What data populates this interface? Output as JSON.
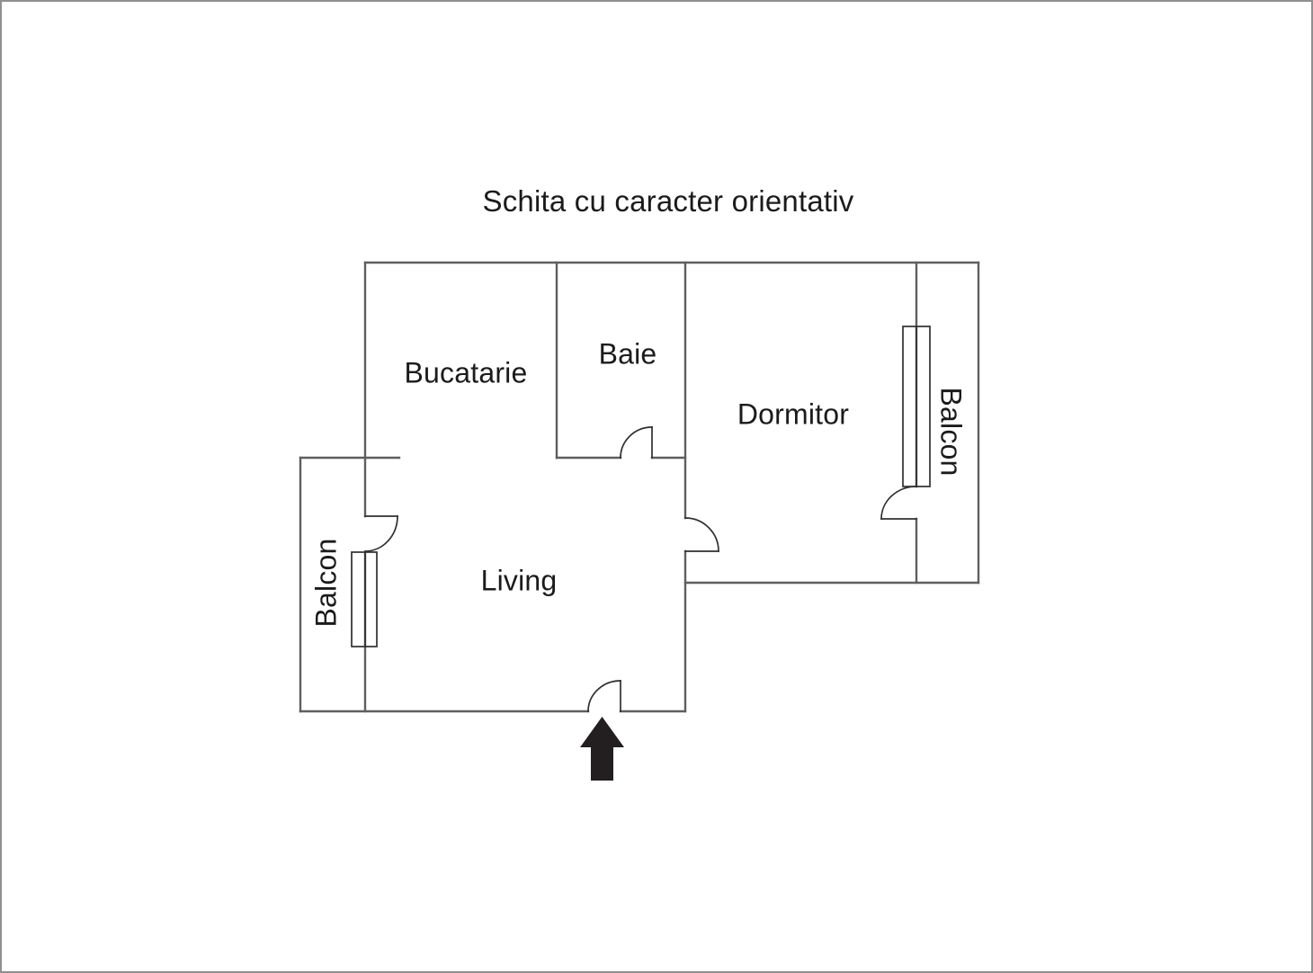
{
  "title": "Schita cu caracter orientativ",
  "rooms": {
    "kitchen_label": "Bucatarie",
    "bathroom_label": "Baie",
    "bedroom_label": "Dormitor",
    "living_label": "Living",
    "balcony_left_label": "Balcon",
    "balcony_right_label": "Balcon"
  },
  "icons": {
    "entrance_arrow": "up-arrow"
  },
  "colors": {
    "background": "#ffffff",
    "page_border": "#8f8f8f",
    "wall": "#5f5f5f",
    "detail": "#303030",
    "text": "#1b1b1b",
    "arrow": "#231f20"
  }
}
